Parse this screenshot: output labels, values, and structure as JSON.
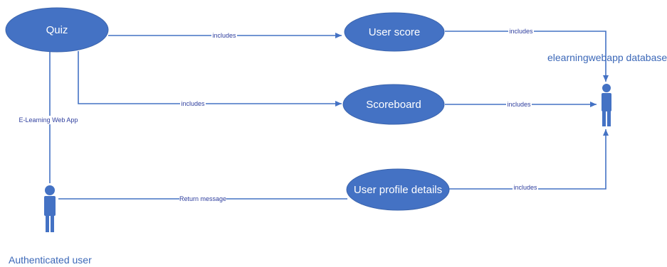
{
  "use_cases": {
    "quiz": "Quiz",
    "user_score": "User score",
    "scoreboard": "Scoreboard",
    "user_profile_details": "User profile details"
  },
  "actors": {
    "authenticated_user": "Authenticated user",
    "database": "elearningwebapp database"
  },
  "system_label": "E-Learning Web App",
  "edge_labels": {
    "quiz_to_user_score": "includes",
    "quiz_to_scoreboard": "includes",
    "user_score_to_database": "includes",
    "scoreboard_to_database": "includes",
    "profile_to_database": "includes",
    "profile_to_user": "Return message"
  },
  "colors": {
    "use_case_fill": "#4472c4",
    "line": "#4472c4",
    "label_text": "#2f3f9e"
  }
}
